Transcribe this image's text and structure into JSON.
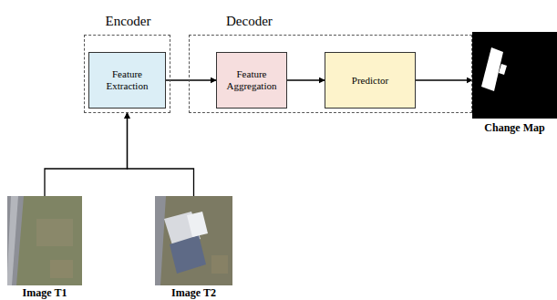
{
  "diagram": {
    "nodes": [
      {
        "text": [
          "Encoder"
        ]
      },
      {
        "text": [
          "Feature Extraction"
        ],
        "in": 0
      },
      {
        "text": [
          "Decoder"
        ]
      },
      {
        "text": [
          "Feature Aggregation"
        ],
        "in": 2
      },
      {
        "text": [
          "Predictor"
        ],
        "in": 2
      },
      {
        "text": [
          "Change Map"
        ]
      },
      {
        "text": [
          "Image T1"
        ]
      },
      {
        "text": [
          "Image T2"
        ]
      }
    ],
    "edges": [
      {
        "from": 1,
        "to": 3,
        "arrow": "to"
      },
      {
        "from": 3,
        "to": 4,
        "arrow": "to"
      },
      {
        "from": 4,
        "to": 5,
        "arrow": "to"
      },
      {
        "from": 6,
        "to": 0,
        "arrow": "to"
      },
      {
        "from": 7,
        "to": 0,
        "arrow": "to"
      }
    ]
  }
}
